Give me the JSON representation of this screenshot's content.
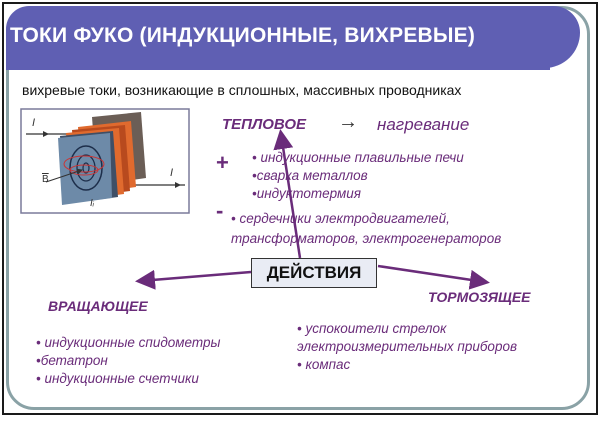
{
  "title": "ТОКИ ФУКО (ИНДУКЦИОННЫЕ, ВИХРЕВЫЕ)",
  "subtitle": "вихревые токи, возникающие в сплошных, массивных проводниках",
  "diagram": {
    "current_label_top": "I",
    "current_label_right": "I",
    "field_label": "B",
    "eddy_label": "Iᵢ"
  },
  "thermal": {
    "label": "ТЕПЛОВОЕ",
    "arrow_glyph": "→",
    "result": "нагревание",
    "plus_sign": "+",
    "plus_items": [
      "• индукционные плавильные печи",
      "•сварка металлов",
      "•индуктотермия"
    ],
    "minus_sign": "-",
    "minus_items": [
      "• сердечники электродвигателей,",
      "трансформаторов, электрогенераторов"
    ]
  },
  "center": {
    "label": "ДЕЙСТВИЯ"
  },
  "rotating": {
    "label": "ВРАЩАЮЩЕЕ",
    "items": [
      "• индукционные спидометры",
      "•бетатрон",
      "• индукционные счетчики"
    ]
  },
  "braking": {
    "label": "ТОРМОЗЯЩЕЕ",
    "items": [
      "• успокоители стрелок",
      "электроизмерительных приборов",
      "• компас"
    ]
  },
  "colors": {
    "header": "#5f5fb3",
    "accent": "#6a2c7a",
    "border": "#8aa2a6"
  }
}
